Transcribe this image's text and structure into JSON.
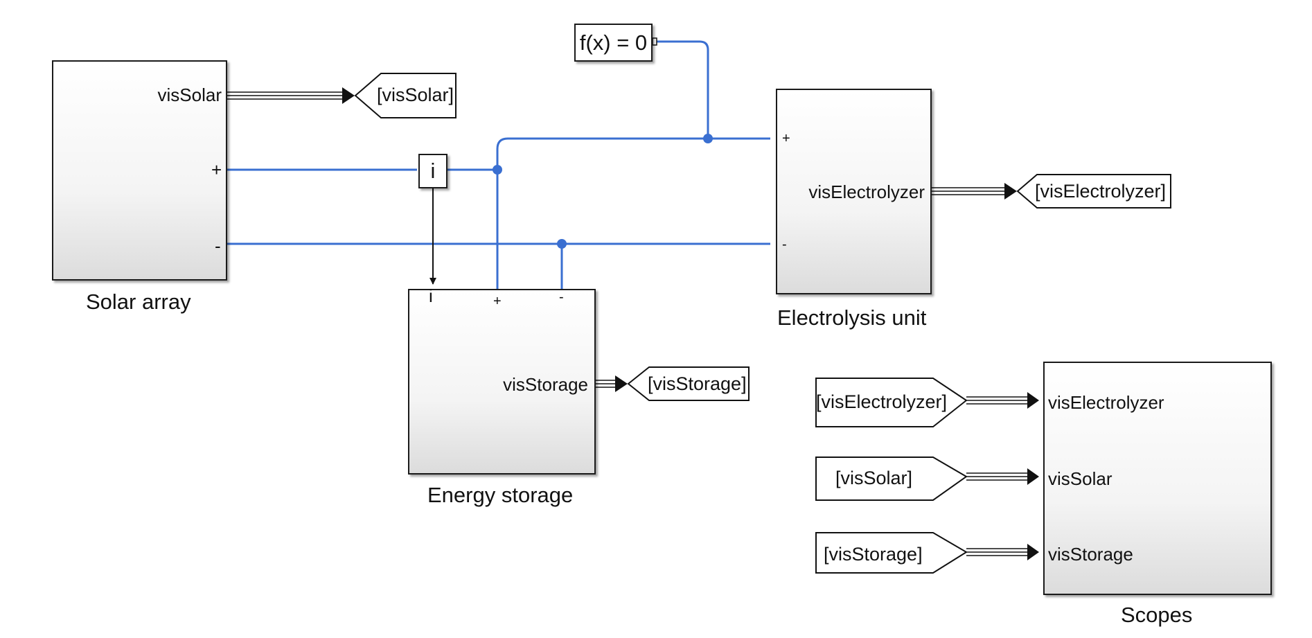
{
  "blocks": {
    "solar": {
      "title": "Solar array",
      "vis_port": "visSolar",
      "plus": "+",
      "minus": "-"
    },
    "storage": {
      "title": "Energy storage",
      "vis_port": "visStorage",
      "i_port": "i",
      "plus": "+",
      "minus": "-"
    },
    "electrolysis": {
      "title": "Electrolysis unit",
      "vis_port": "visElectrolyzer",
      "plus": "+",
      "minus": "-"
    },
    "scopes": {
      "title": "Scopes",
      "ports": [
        "visElectrolyzer",
        "visSolar",
        "visStorage"
      ]
    }
  },
  "solver": {
    "label": "f(x) = 0"
  },
  "current_sensor": {
    "label": "i"
  },
  "goto_tags": {
    "solar": "[visSolar]",
    "electrolyzer": "[visElectrolyzer]",
    "storage": "[visStorage]"
  },
  "from_tags": [
    "[visElectrolyzer]",
    "[visSolar]",
    "[visStorage]"
  ],
  "colors": {
    "physical_line": "#3a6fd1",
    "signal_line": "#111111",
    "block_border": "#1a1a1a"
  }
}
